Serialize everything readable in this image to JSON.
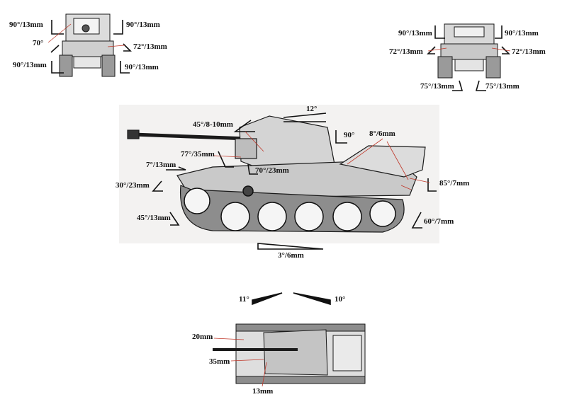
{
  "colors": {
    "ink": "#1a1a1a",
    "leader": "#c0392b",
    "paper": "#ffffff",
    "plate": "#e8e6e3"
  },
  "front_view": {
    "labels": [
      "90°/13mm",
      "90°/13mm",
      "70°",
      "72°/13mm",
      "90°/13mm",
      "90°/13mm"
    ]
  },
  "rear_view": {
    "labels": [
      "90°/13mm",
      "90°/13mm",
      "72°/13mm",
      "72°/13mm",
      "75°/13mm",
      "75°/13mm"
    ]
  },
  "side_view": {
    "labels": [
      "12°",
      "45°/8-10mm",
      "90°",
      "8°/6mm",
      "77°/35mm",
      "7°/13mm",
      "70°/23mm",
      "85°/7mm",
      "30°/23mm",
      "60°/7mm",
      "45°/13mm",
      "3°/6mm"
    ]
  },
  "top_view": {
    "labels": [
      "11°",
      "10°",
      "20mm",
      "35mm",
      "13mm"
    ]
  }
}
